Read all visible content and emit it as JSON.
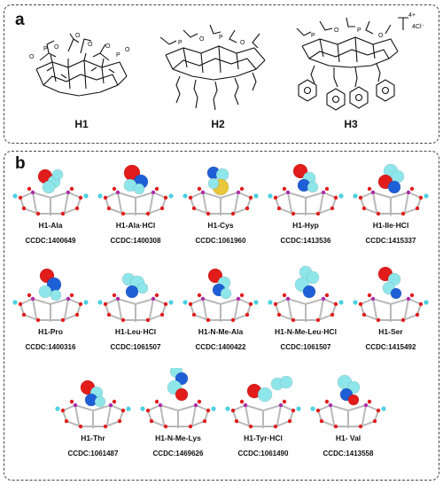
{
  "panel_a": {
    "letter": "a",
    "hosts": [
      {
        "label": "H1"
      },
      {
        "label": "H2"
      },
      {
        "label": "H3"
      }
    ],
    "charge_label": "4+",
    "counterion_label": "4Cl⁻"
  },
  "panel_b": {
    "letter": "b",
    "rows": [
      {
        "items": [
          {
            "name": "H1-Ala",
            "ccdc": "CCDC:1400649"
          },
          {
            "name": "H1-Ala·HCl",
            "ccdc": "CCDC:1400308"
          },
          {
            "name": "H1-Cys",
            "ccdc": "CCDC:1061960"
          },
          {
            "name": "H1-Hyp",
            "ccdc": "CCDC:1413536"
          },
          {
            "name": "H1-Ile·HCl",
            "ccdc": "CCDC:1415337"
          }
        ]
      },
      {
        "items": [
          {
            "name": "H1-Pro",
            "ccdc": "CCDC:1400316"
          },
          {
            "name": "H1-Leu·HCl",
            "ccdc": "CCDC:1061507"
          },
          {
            "name": "H1-N-Me-Ala",
            "ccdc": "CCDC:1400422"
          },
          {
            "name": "H1-N-Me-Leu·HCl",
            "ccdc": "CCDC:1061507"
          },
          {
            "name": "H1-Ser",
            "ccdc": "CCDC:1415492"
          }
        ]
      },
      {
        "items": [
          {
            "name": "H1-Thr",
            "ccdc": "CCDC:1061487"
          },
          {
            "name": "H1-N-Me-Lys",
            "ccdc": "CCDC:1469626"
          },
          {
            "name": "H1-Tyr·HCl",
            "ccdc": "CCDC:1061490"
          },
          {
            "name": "H1- Val",
            "ccdc": "CCDC:1413558"
          }
        ]
      }
    ]
  },
  "colors": {
    "oxygen": "#e21b1b",
    "nitrogen": "#1f5fd6",
    "carbon": "#c9c9c9",
    "hydrogen": "#8fe6ea",
    "sulfur": "#e8c83a",
    "phosphorus": "#b02aa8",
    "frame": "#b8b8b8",
    "fluor_cyan": "#4dd0e1"
  }
}
